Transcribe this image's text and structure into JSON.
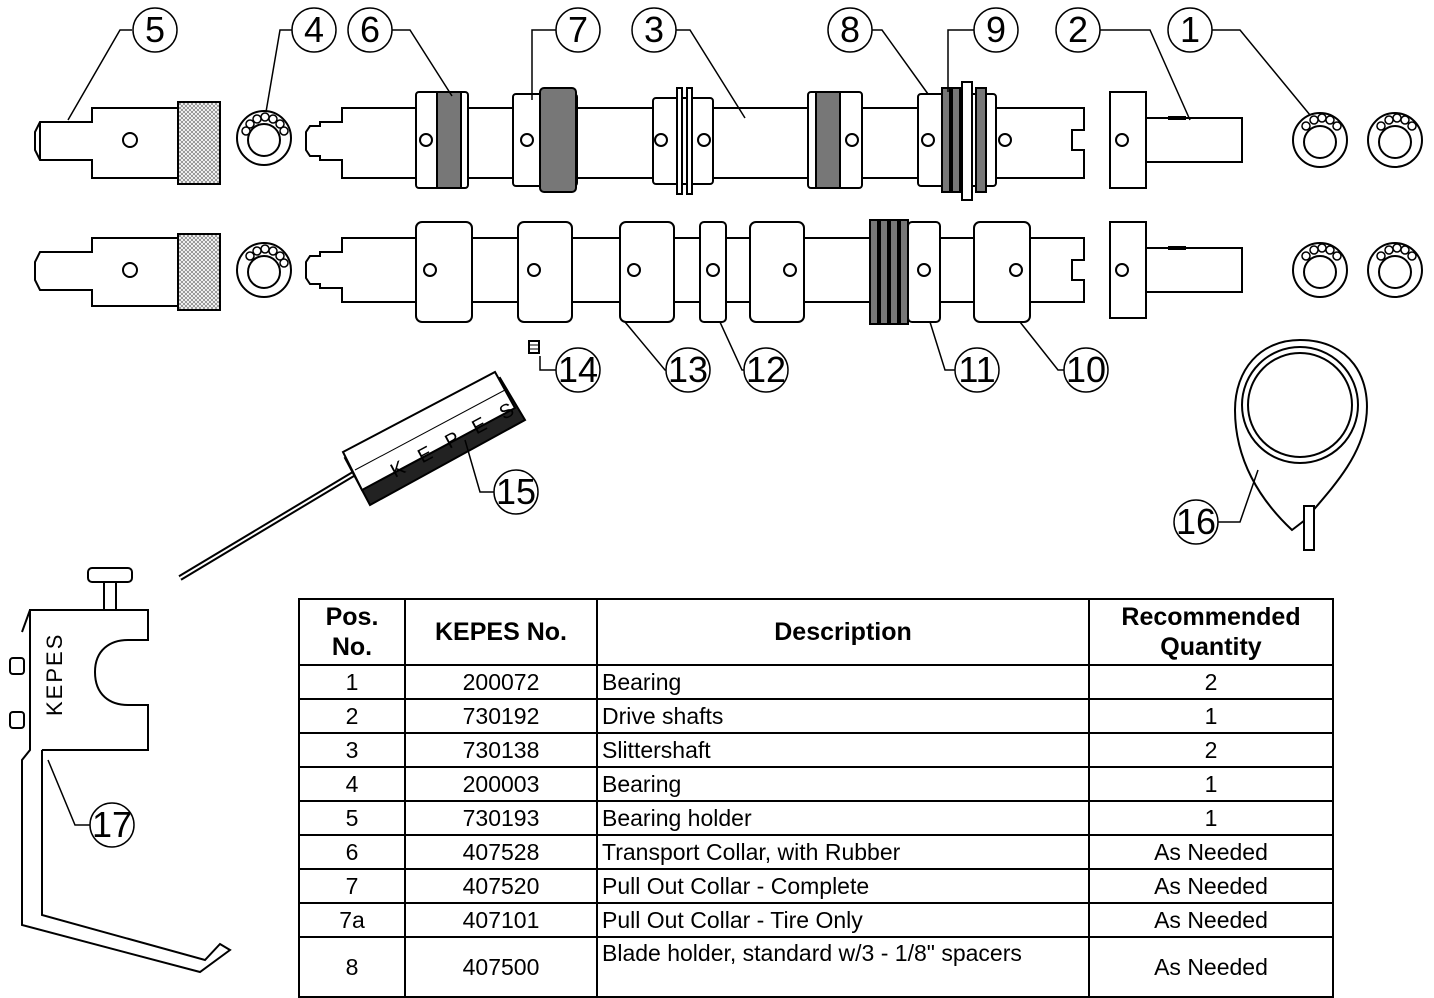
{
  "callouts": [
    "1",
    "2",
    "3",
    "4",
    "5",
    "6",
    "7",
    "8",
    "9",
    "10",
    "11",
    "12",
    "13",
    "14",
    "15",
    "16",
    "17"
  ],
  "brand": "KEPES",
  "brand_spaced": "K E P E S",
  "table": {
    "headers": {
      "pos_line1": "Pos.",
      "pos_line2": "No.",
      "kepes": "KEPES No.",
      "description": "Description",
      "qty_line1": "Recommended",
      "qty_line2": "Quantity"
    },
    "rows": [
      {
        "pos": "1",
        "kepes": "200072",
        "description": "Bearing",
        "qty": "2"
      },
      {
        "pos": "2",
        "kepes": "730192",
        "description": "Drive shafts",
        "qty": "1"
      },
      {
        "pos": "3",
        "kepes": "730138",
        "description": "Slittershaft",
        "qty": "2"
      },
      {
        "pos": "4",
        "kepes": "200003",
        "description": "Bearing",
        "qty": "1"
      },
      {
        "pos": "5",
        "kepes": "730193",
        "description": "Bearing holder",
        "qty": "1"
      },
      {
        "pos": "6",
        "kepes": "407528",
        "description": "Transport Collar, with Rubber",
        "qty": "As Needed"
      },
      {
        "pos": "7",
        "kepes": "407520",
        "description": "Pull Out Collar - Complete",
        "qty": "As Needed"
      },
      {
        "pos": "7a",
        "kepes": "407101",
        "description": "Pull Out Collar - Tire Only",
        "qty": "As Needed"
      },
      {
        "pos": "8",
        "kepes": "407500",
        "description": "Blade holder, standard w/3 - 1/8\" spacers",
        "qty": "As Needed"
      }
    ]
  }
}
